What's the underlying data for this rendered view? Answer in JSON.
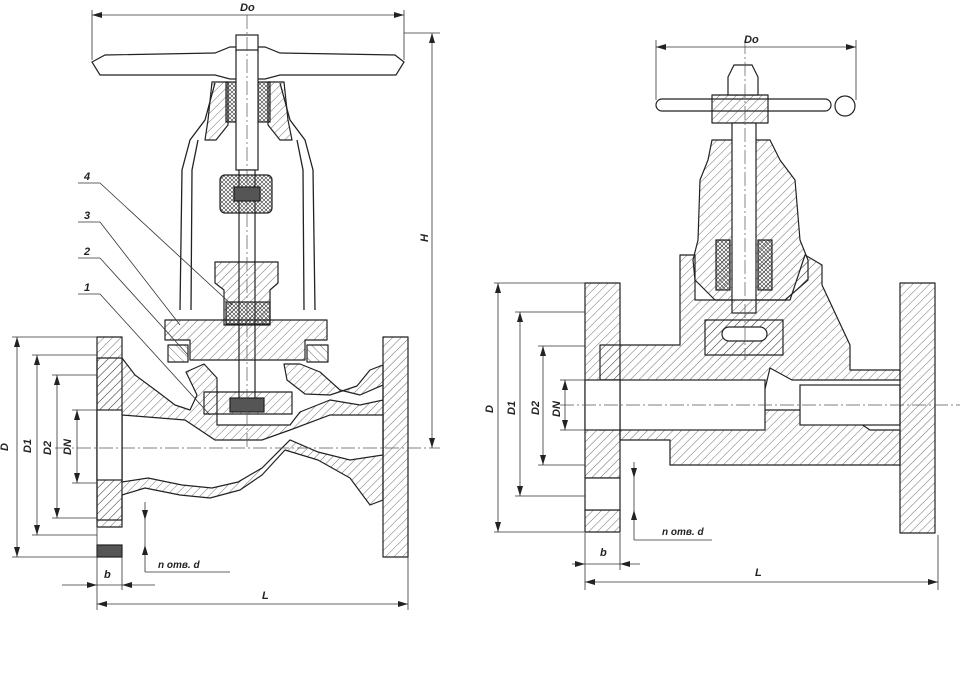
{
  "left_view": {
    "dims": {
      "handwheel_diameter": "Do",
      "height": "H",
      "flange_diameter": "D",
      "bolt_circle": "D1",
      "raised_face": "D2",
      "nominal_diameter": "DN",
      "flange_thickness": "b",
      "length": "L",
      "holes": "n отв. d"
    },
    "callouts": [
      "4",
      "3",
      "2",
      "1"
    ]
  },
  "right_view": {
    "dims": {
      "handwheel_diameter": "Do",
      "flange_diameter": "D",
      "bolt_circle": "D1",
      "raised_face": "D2",
      "nominal_diameter": "DN",
      "flange_thickness": "b",
      "length": "L",
      "holes": "n отв. d"
    }
  }
}
